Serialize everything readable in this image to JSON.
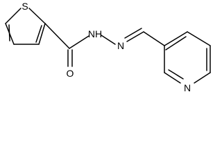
{
  "molecule": {
    "atoms": {
      "sulfur": "S",
      "carbonyl_oxygen": "O",
      "amide_nh": "NH",
      "imine_n": "N",
      "pyridine_n": "N"
    },
    "bond_color": "#000000"
  }
}
